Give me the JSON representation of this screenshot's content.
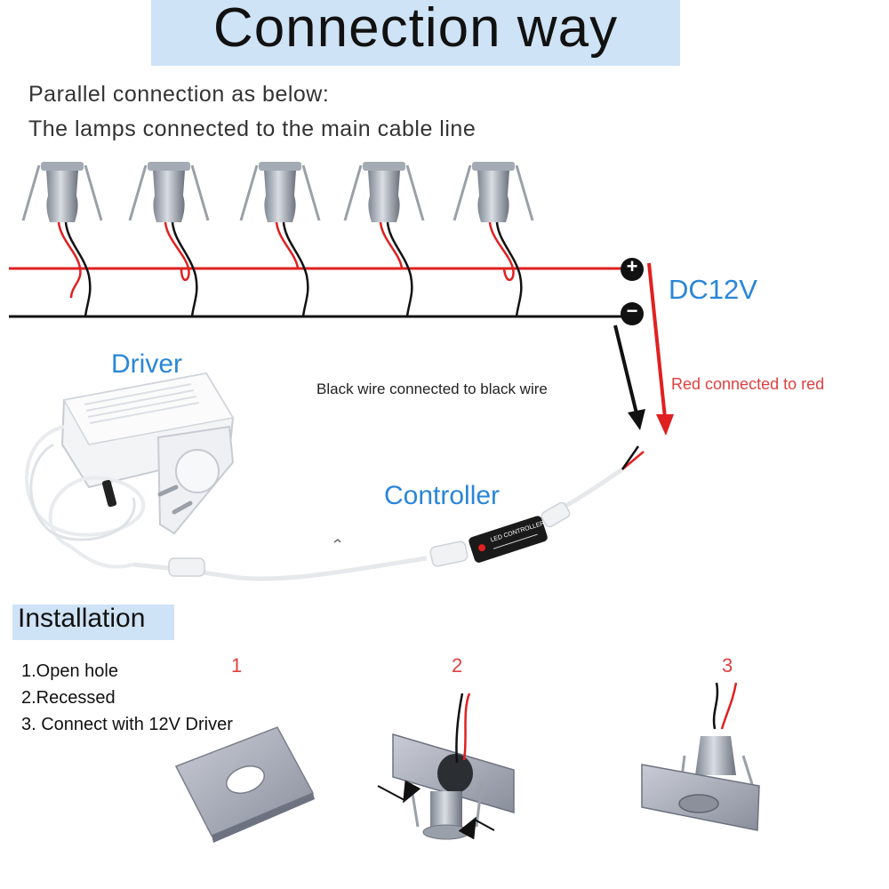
{
  "header": {
    "title": "Connection way"
  },
  "intro": {
    "line1": "Parallel connection as below:",
    "line2": "The lamps connected to the main cable line"
  },
  "wiring": {
    "plus_symbol": "+",
    "minus_symbol": "−",
    "voltage_label": "DC12V",
    "black_wire_note": "Black wire connected to black wire",
    "red_wire_note": "Red connected to red",
    "lamp_count": 5
  },
  "components": {
    "driver_label": "Driver",
    "controller_label": "Controller",
    "controller_body_text": "LED CONTROLLER"
  },
  "installation": {
    "heading": "Installation",
    "steps": [
      "1.Open hole",
      "2.Recessed",
      "3. Connect with 12V Driver"
    ],
    "figure_numbers": [
      "1",
      "2",
      "3"
    ]
  },
  "colors": {
    "title_bg": "#cfe3f6",
    "accent_blue": "#2a86d8",
    "red_wire": "#e02020",
    "black_wire": "#111111",
    "step_number": "#e04040"
  },
  "icons": [
    "lamp-icon",
    "plus-terminal-icon",
    "minus-terminal-icon",
    "arrow-down-icon",
    "power-adapter-icon",
    "controller-icon",
    "mounting-plate-icon"
  ]
}
